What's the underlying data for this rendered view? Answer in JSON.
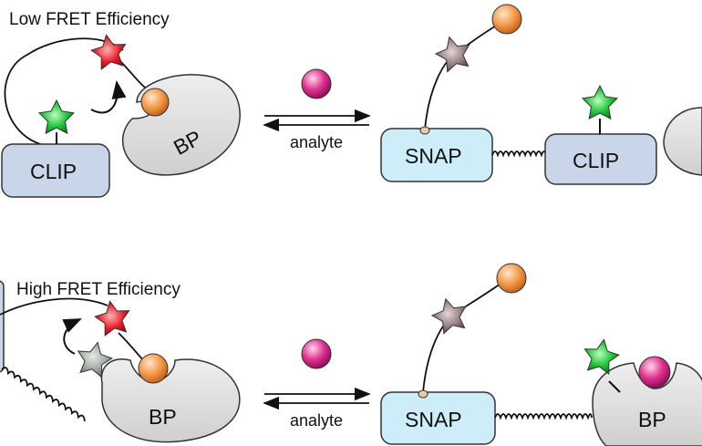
{
  "panels": {
    "top": {
      "title": "Low FRET Efficiency",
      "left_labels": {
        "clip": "CLIP",
        "bp": "BP"
      },
      "arrow_label": "analyte",
      "right_labels": {
        "snap": "SNAP",
        "clip": "CLIP"
      }
    },
    "bottom": {
      "title": "High FRET Efficiency",
      "left_labels": {
        "bp": "BP"
      },
      "arrow_label": "analyte",
      "right_labels": {
        "snap": "SNAP",
        "bp": "BP"
      }
    }
  },
  "colors": {
    "red_star": "#e8202a",
    "green_star": "#22c33a",
    "mauve_star": "#9a8484",
    "gray_star": "#a3aea6",
    "orange_ball": "#f59a4a",
    "pink_ball": "#e0318f",
    "snap_fill": "#cdeef9",
    "clip_fill": "#c9d6ea",
    "bp_fill": "#dadada"
  }
}
